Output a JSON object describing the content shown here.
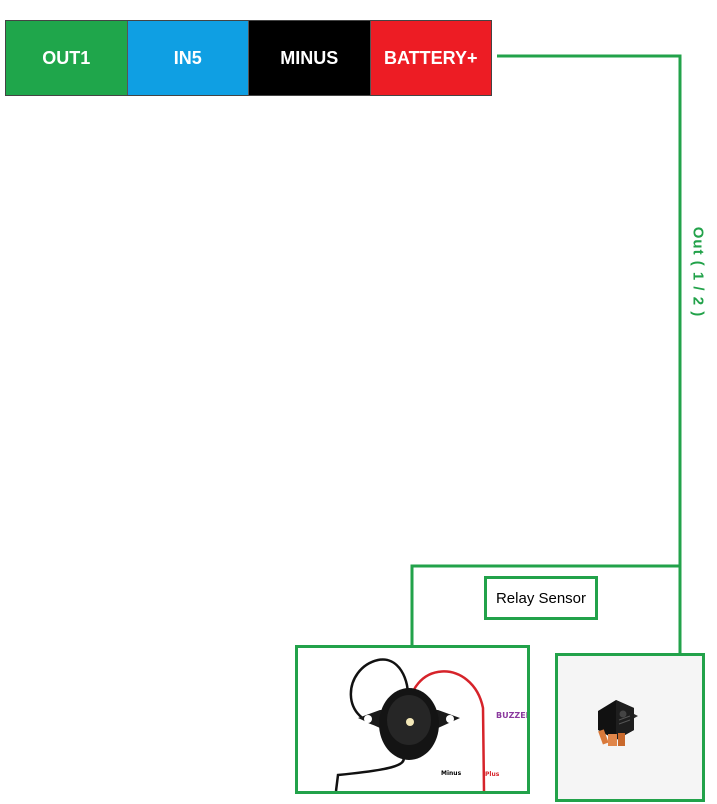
{
  "terminals": [
    {
      "label": "OUT1",
      "color": "#1fa64b"
    },
    {
      "label": "IN5",
      "color": "#0f9fe3"
    },
    {
      "label": "MINUS",
      "color": "#000000"
    },
    {
      "label": "BATTERY+",
      "color": "#ed1c24"
    }
  ],
  "wire_color": "#22a24a",
  "output_label": "Out ( 1 / 2 )",
  "relay_label": "Relay Sensor",
  "buzzer": {
    "title": "BUZZER",
    "minus_label": "Minus",
    "plus_label": "Plus"
  },
  "relay_component": {
    "icon": "automotive-relay-icon"
  }
}
